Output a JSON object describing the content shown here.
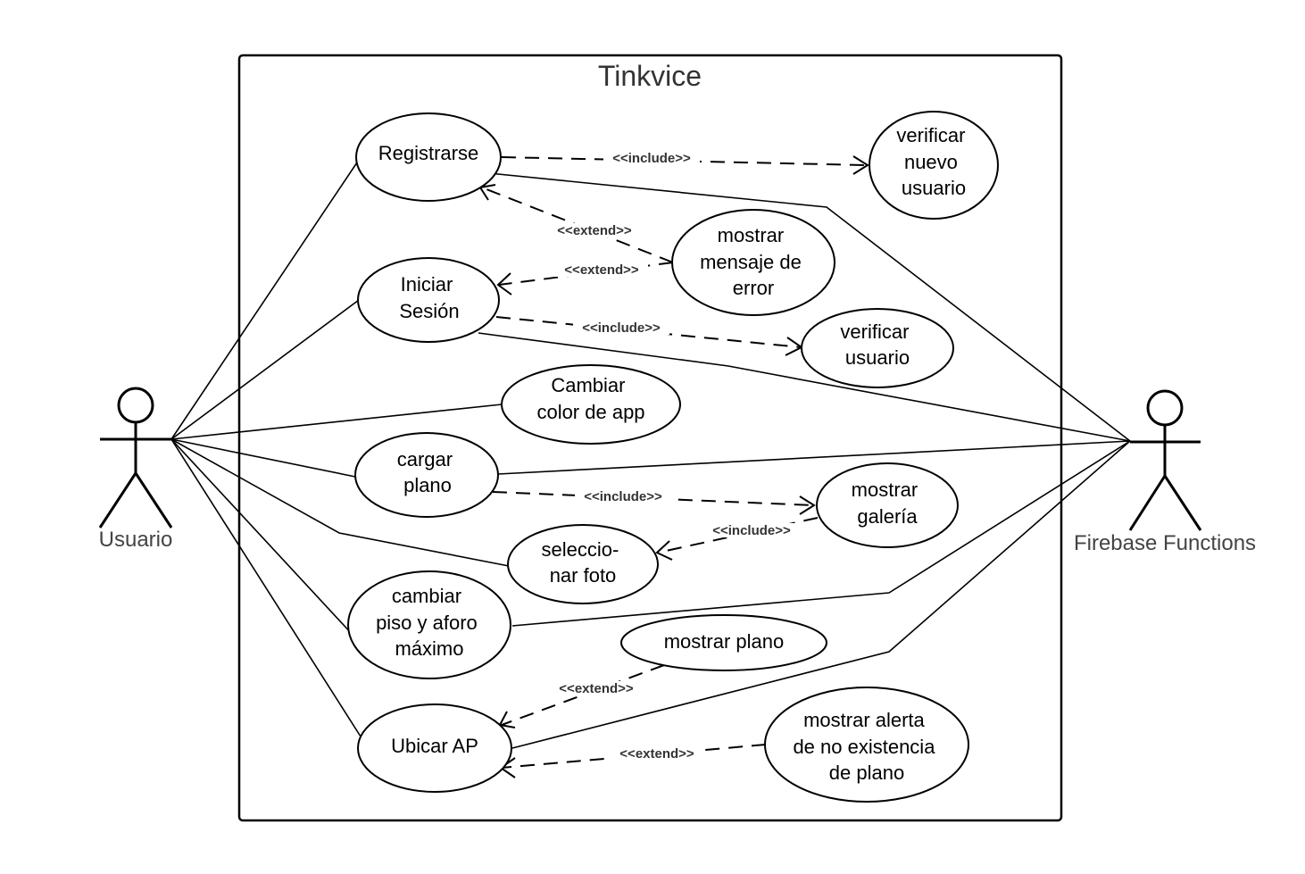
{
  "system": {
    "title": "Tinkvice"
  },
  "actors": {
    "usuario": "Usuario",
    "firebase": "Firebase Functions"
  },
  "use_cases": {
    "registrarse": [
      "Registrarse"
    ],
    "verificar_nuevo_usuario": [
      "verificar",
      "nuevo",
      "usuario"
    ],
    "mostrar_mensaje_error": [
      "mostrar",
      "mensaje de",
      "error"
    ],
    "iniciar_sesion": [
      "Iniciar",
      "Sesión"
    ],
    "verificar_usuario": [
      "verificar",
      "usuario"
    ],
    "cambiar_color": [
      "Cambiar",
      "color de app"
    ],
    "cargar_plano": [
      "cargar",
      "plano"
    ],
    "mostrar_galeria": [
      "mostrar",
      "galería"
    ],
    "seleccionar_foto": [
      "seleccio-",
      "nar foto"
    ],
    "cambiar_piso": [
      "cambiar",
      "piso y aforo",
      "máximo"
    ],
    "mostrar_plano": [
      "mostrar plano"
    ],
    "ubicar_ap": [
      "Ubicar AP"
    ],
    "mostrar_alerta": [
      "mostrar alerta",
      "de no existencia",
      "de plano"
    ]
  },
  "relations": {
    "include_registro": "<<include>>",
    "extend_registro": "<<extend>>",
    "extend_sesion": "<<extend>>",
    "include_sesion": "<<include>>",
    "include_galeria": "<<include>>",
    "include_foto": "<<include>>",
    "extend_plano": "<<extend>>",
    "extend_alerta": "<<extend>>"
  }
}
